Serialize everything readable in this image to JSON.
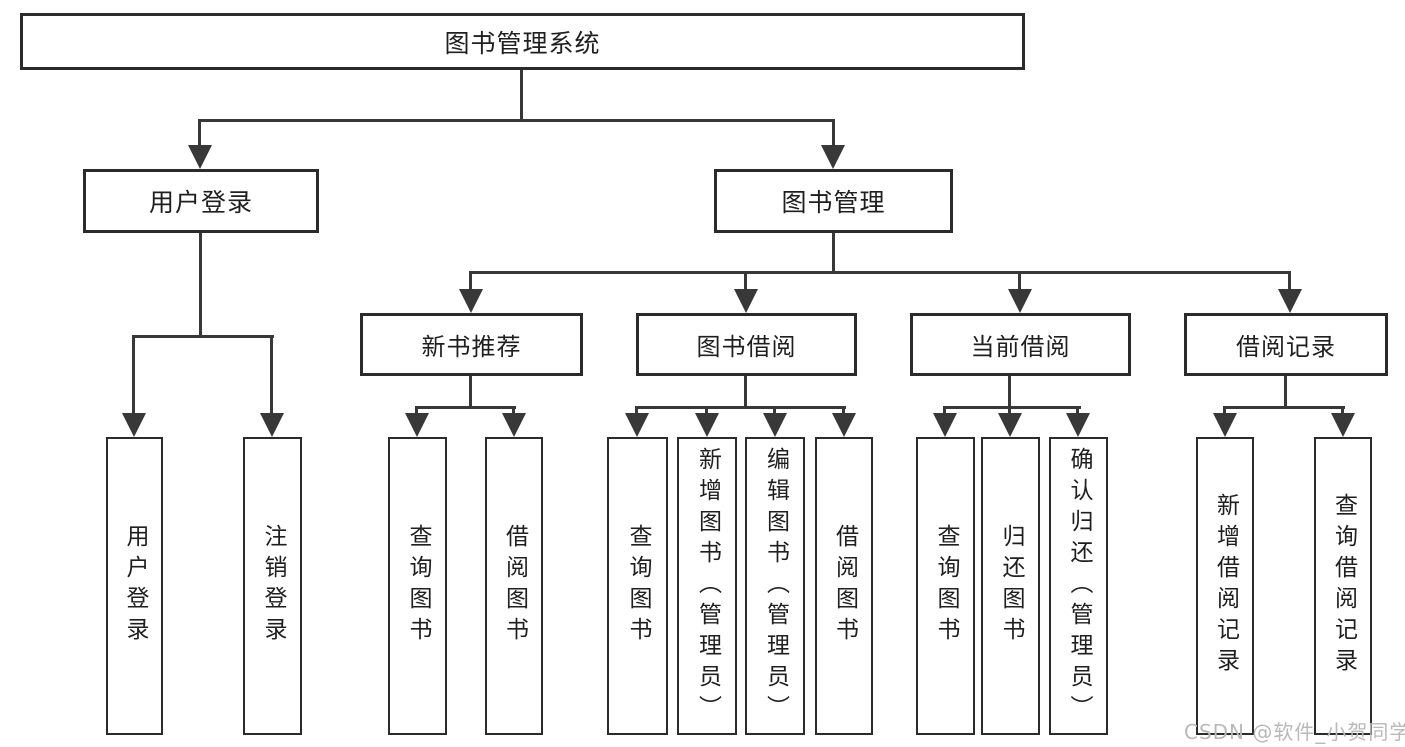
{
  "colors": {
    "line": "#383838",
    "border": "#2b2b2b",
    "text": "#1f1f1f",
    "watermark": "#b9b9b9",
    "background": "#ffffff"
  },
  "watermark": "CSDN @软件_小贺同学",
  "tree": {
    "root": {
      "label": "图书管理系统",
      "children": [
        {
          "label": "用户登录",
          "children": [
            {
              "label": "用户登录"
            },
            {
              "label": "注销登录"
            }
          ]
        },
        {
          "label": "图书管理",
          "children": [
            {
              "label": "新书推荐",
              "children": [
                {
                  "label": "查询图书"
                },
                {
                  "label": "借阅图书"
                }
              ]
            },
            {
              "label": "图书借阅",
              "children": [
                {
                  "label": "查询图书"
                },
                {
                  "label": "新增图书（管理员）"
                },
                {
                  "label": "编辑图书（管理员）"
                },
                {
                  "label": "借阅图书"
                }
              ]
            },
            {
              "label": "当前借阅",
              "children": [
                {
                  "label": "查询图书"
                },
                {
                  "label": "归还图书"
                },
                {
                  "label": "确认归还（管理员）"
                }
              ]
            },
            {
              "label": "借阅记录",
              "children": [
                {
                  "label": "新增借阅记录"
                },
                {
                  "label": "查询借阅记录"
                }
              ]
            }
          ]
        }
      ]
    }
  }
}
